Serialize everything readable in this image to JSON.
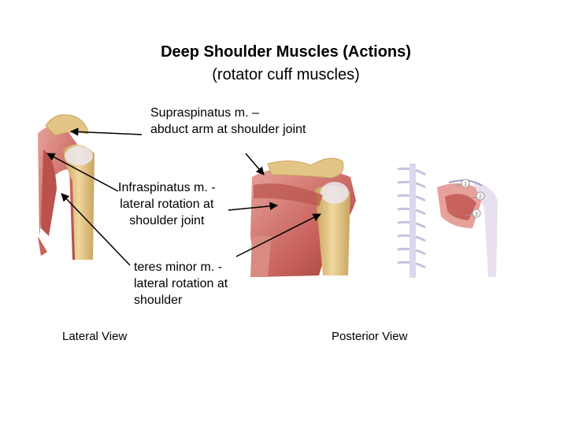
{
  "title": "Deep Shoulder Muscles (Actions)",
  "subtitle": "(rotator cuff muscles)",
  "labels": {
    "supraspinatus": [
      "Supraspinatus m. –",
      "abduct arm at shoulder joint"
    ],
    "infraspinatus": [
      "Infraspinatus m. -",
      "lateral rotation at",
      "shoulder joint"
    ],
    "teres_minor": [
      "teres minor m. -",
      "lateral rotation at",
      "shoulder"
    ]
  },
  "views": {
    "lateral": "Lateral View",
    "posterior": "Posterior View"
  },
  "callout_numbers": [
    "1",
    "2",
    "3"
  ],
  "colors": {
    "muscle": "#c8625c",
    "muscle_light": "#e6a29a",
    "bone": "#e3c687",
    "bone_dark": "#c9a35e",
    "tendon": "#ece8ef"
  }
}
